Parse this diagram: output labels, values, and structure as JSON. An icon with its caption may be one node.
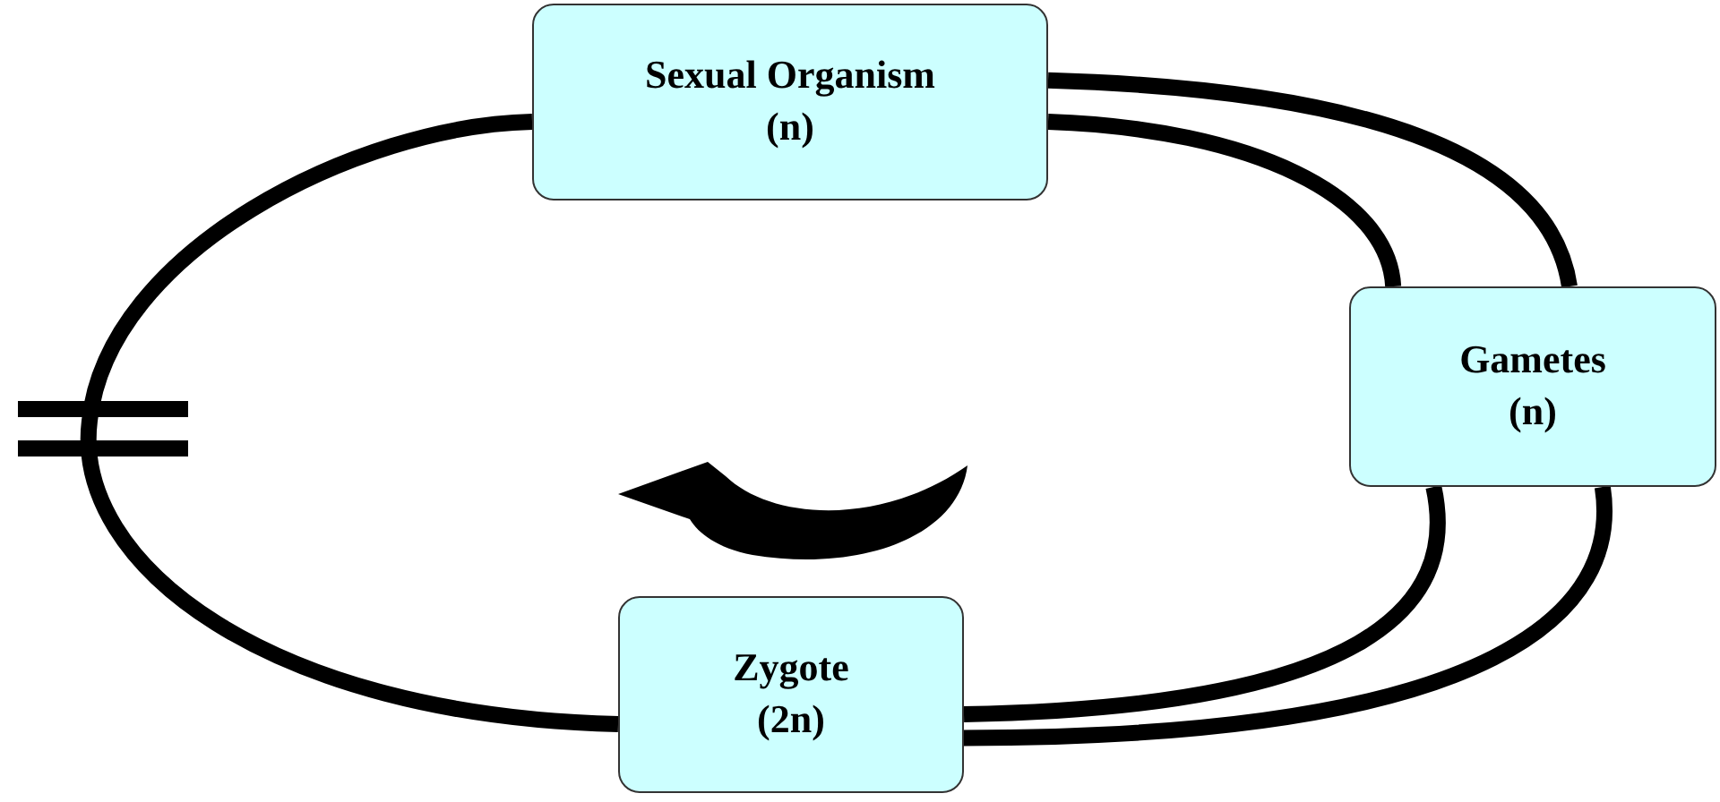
{
  "diagram": {
    "nodes": [
      {
        "text": [
          "Sexual Organism",
          "(n)"
        ]
      },
      {
        "text": [
          "Gametes",
          "(n)"
        ]
      },
      {
        "text": [
          "Zygote",
          "(2n)"
        ]
      }
    ],
    "edges": [
      {
        "from": 0,
        "to": 1,
        "arrow": "none"
      },
      {
        "from": 0,
        "to": 1,
        "arrow": "none"
      },
      {
        "from": 1,
        "to": 2,
        "arrow": "none"
      },
      {
        "from": 1,
        "to": 2,
        "arrow": "none"
      },
      {
        "from": 2,
        "to": 0,
        "arrow": "none"
      }
    ]
  }
}
